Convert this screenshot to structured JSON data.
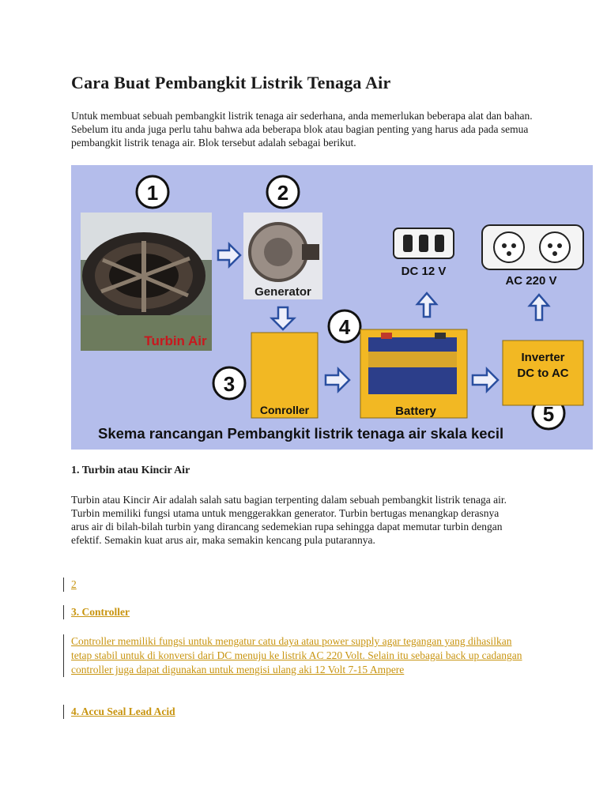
{
  "article": {
    "title": "Cara Buat Pembangkit Listrik Tenaga Air",
    "intro": "Untuk membuat sebuah pembangkit listrik tenaga air sederhana, anda memerlukan beberapa alat dan bahan. Sebelum itu anda juga perlu tahu bahwa ada beberapa blok atau bagian penting yang harus ada pada semua pembangkit listrik tenaga air. Blok tersebut adalah sebagai berikut."
  },
  "figure": {
    "num1": "1",
    "num2": "2",
    "num3": "3",
    "num4": "4",
    "num5": "5",
    "turbin": "Turbin Air",
    "generator": "Generator",
    "controller": "Conroller",
    "battery": "Battery",
    "inverter_l1": "Inverter",
    "inverter_l2": "DC to AC",
    "dc": "DC 12 V",
    "ac": "AC 220 V",
    "caption": "Skema rancangan Pembangkit listrik tenaga air skala kecil",
    "colors": {
      "background": "#b4bdeb",
      "box": "#f2b823",
      "arrow": "#2a4fa0"
    }
  },
  "section1": {
    "heading": "1. Turbin atau Kincir Air",
    "body": "Turbin atau Kincir Air adalah salah satu bagian terpenting dalam sebuah pembangkit listrik tenaga air. Turbin memiliki fungsi utama untuk menggerakkan generator. Turbin bertugas menangkap derasnya arus air di bilah-bilah turbin yang dirancang sedemekian rupa sehingga dapat memutar turbin dengan efektif. Semakin kuat arus air, maka semakin kencang pula putarannya."
  },
  "links": {
    "item2": "2",
    "item3": "3. Controller",
    "item3_body": "Controller memiliki fungsi untuk mengatur catu daya atau power supply agar tegangan yang dihasilkan tetap stabil untuk di konversi dari DC menuju ke listrik AC 220 Volt. Selain itu sebagai back up cadangan controller juga dapat digunakan untuk mengisi ulang aki 12 Volt 7-15 Ampere",
    "item4": "4. Accu Seal Lead Acid",
    "color": "#c8940f"
  }
}
